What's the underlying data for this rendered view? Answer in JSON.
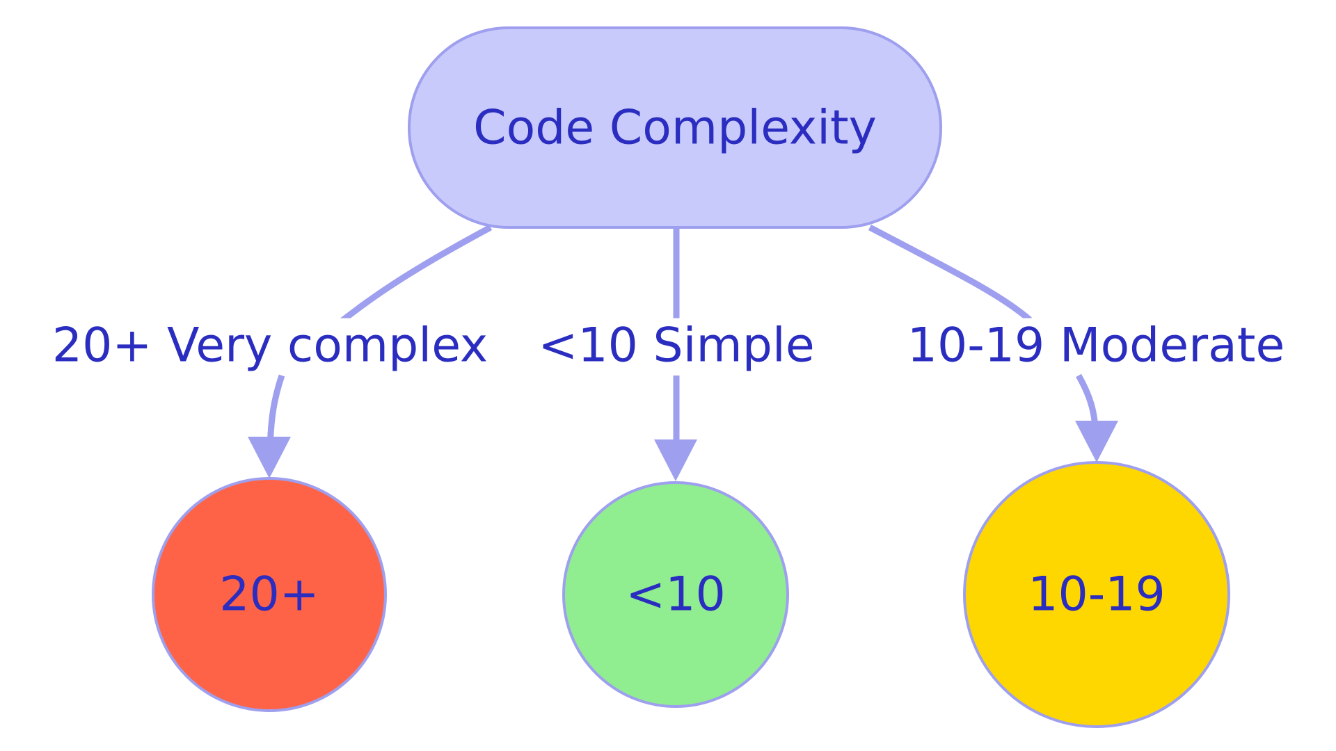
{
  "diagram": {
    "root": {
      "label": "Code Complexity",
      "fill": "#C8CAFB"
    },
    "children": [
      {
        "edge_label": "20+ Very complex",
        "label": "20+",
        "fill": "#FF6347"
      },
      {
        "edge_label": "<10 Simple",
        "label": "<10",
        "fill": "#90EE90"
      },
      {
        "edge_label": "10-19 Moderate",
        "label": "10-19",
        "fill": "#FFD700"
      }
    ],
    "colors": {
      "stroke": "#9E9FEE",
      "text": "#2A2DBF"
    }
  }
}
